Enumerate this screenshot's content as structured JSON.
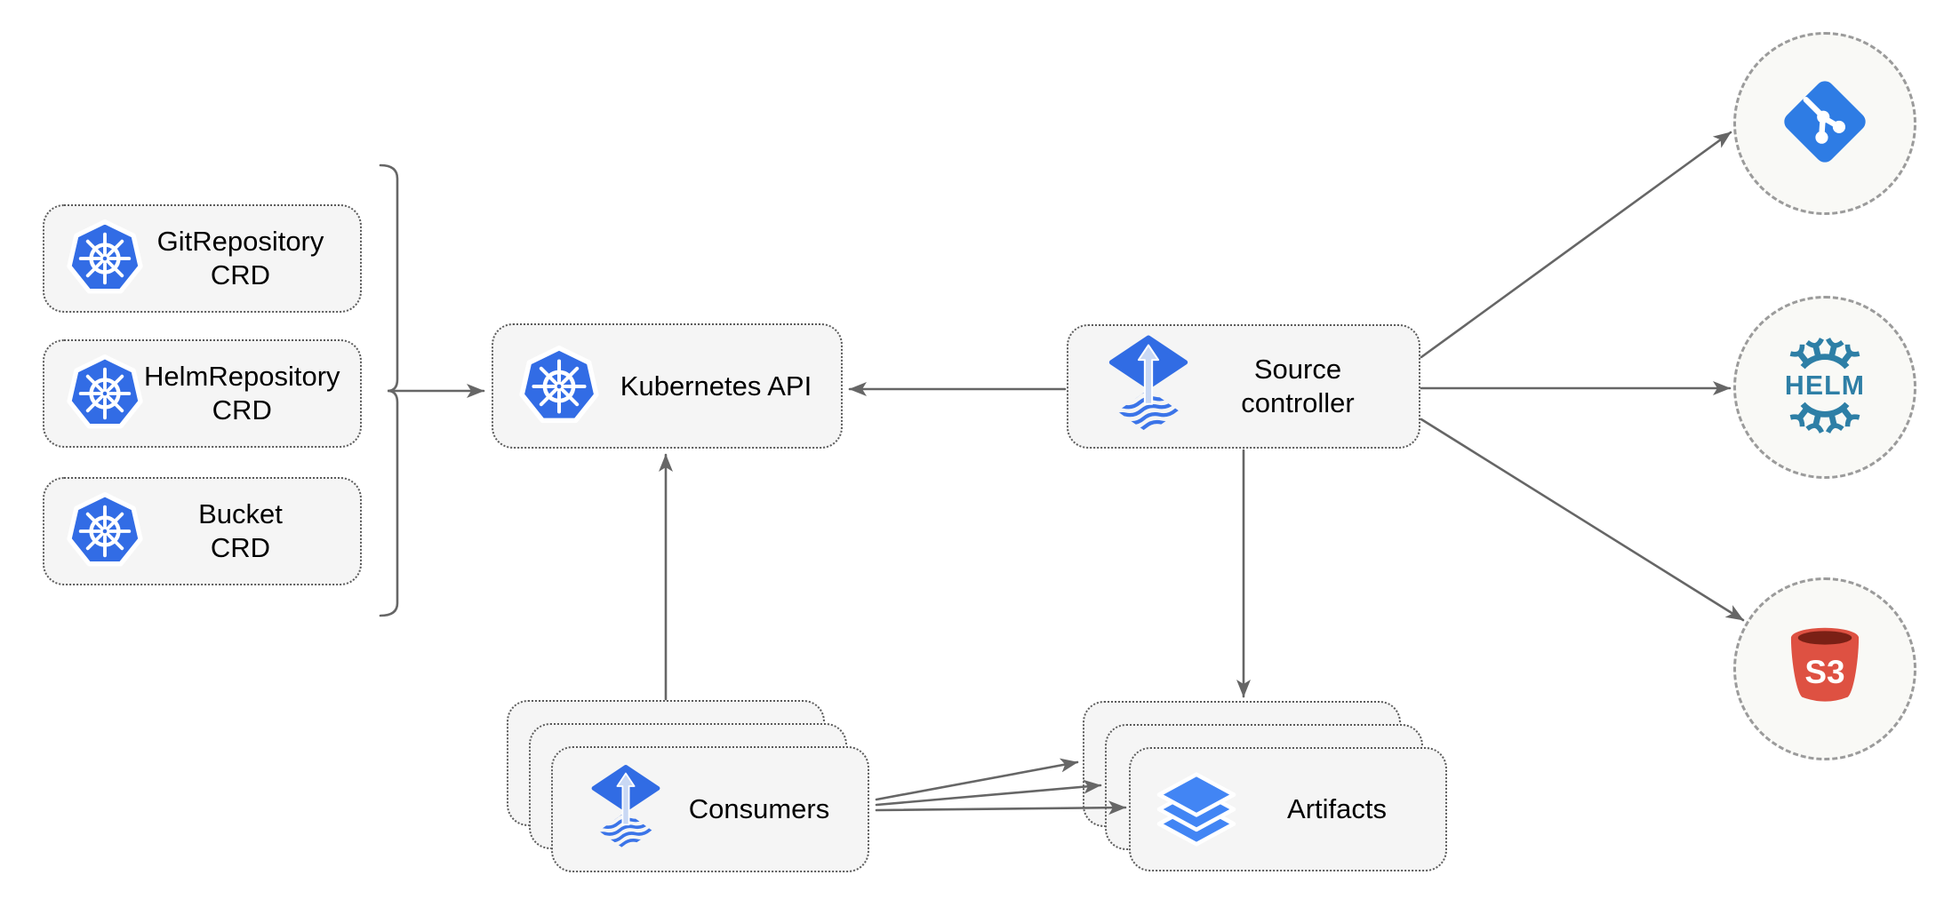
{
  "nodes": {
    "crd_boxes": [
      {
        "line1": "GitRepository",
        "line2": "CRD"
      },
      {
        "line1": "HelmRepository",
        "line2": "CRD"
      },
      {
        "line1": "Bucket",
        "line2": "CRD"
      }
    ],
    "kubernetes_api": {
      "label": "Kubernetes API"
    },
    "source_controller": {
      "line1": "Source",
      "line2": "controller"
    },
    "consumers": {
      "label": "Consumers"
    },
    "artifacts": {
      "label": "Artifacts"
    },
    "external_sources": {
      "git": {
        "icon": "git-icon"
      },
      "helm": {
        "icon": "helm-icon",
        "text": "HELM"
      },
      "s3": {
        "icon": "s3-bucket-icon",
        "text": "S3"
      }
    }
  },
  "icons": [
    "kubernetes-icon",
    "flux-icon",
    "layers-icon",
    "git-icon",
    "helm-icon",
    "s3-bucket-icon"
  ],
  "colors": {
    "kubernetes_blue": "#326CE5",
    "flux_blue": "#316CE4",
    "git_blue": "#2E7CE4",
    "helm_teal": "#2E7FA6",
    "s3_red": "#DE5142",
    "s3_dark_red": "#7A2015",
    "artifact_blue": "#4285F4",
    "arrow_gray": "#666666",
    "node_background": "#F5F5F5",
    "node_border": "#5B5B5B",
    "circle_border": "#9B9B9B",
    "circle_background": "#F9F9F6",
    "text_color": "#000000"
  }
}
